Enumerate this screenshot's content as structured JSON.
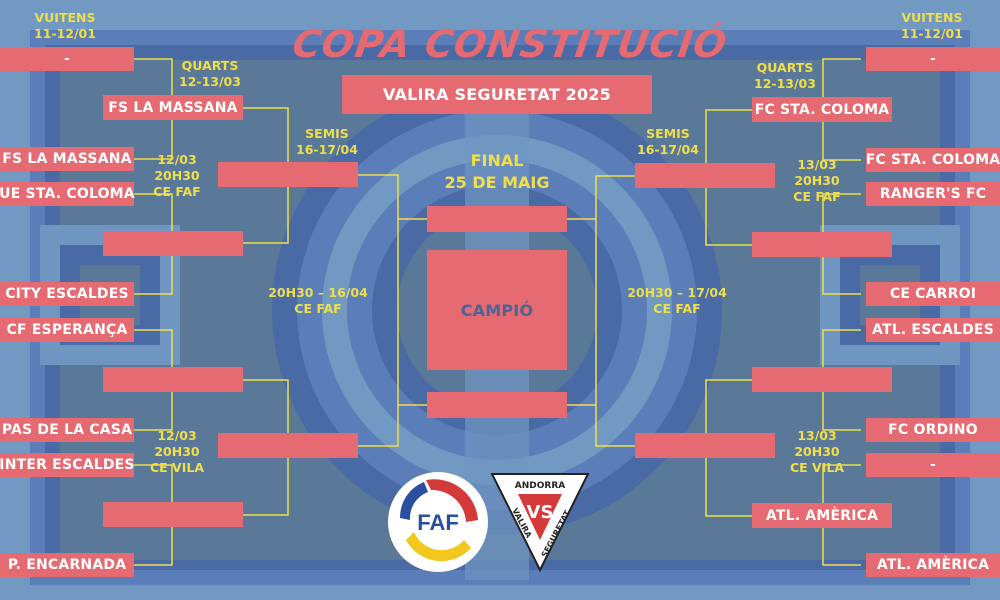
{
  "title": "COPA CONSTITUCIÓ",
  "subtitle": "VALIRA SEGURETAT 2025",
  "final": {
    "label": "FINAL",
    "date": "25 DE MAIG",
    "champion": "CAMPIÓ",
    "top": "",
    "bottom": ""
  },
  "left": {
    "round16_label": "VUITENS",
    "round16_date": "11-12/01",
    "quarters_label": "QUARTS",
    "quarters_date": "12-13/03",
    "semis_label": "SEMIS",
    "semis_date": "16-17/04",
    "r16": [
      "-",
      "FS LA MASSANA",
      "UE STA. COLOMA",
      "CITY ESCALDES",
      "CF ESPERANÇA",
      "PAS DE LA CASA",
      "INTER ESCALDES",
      "P. ENCARNADA"
    ],
    "qf": [
      "FS LA MASSANA",
      "",
      "",
      ""
    ],
    "sf": [
      "",
      ""
    ],
    "qf_info_1": [
      "12/03",
      "20H30",
      "CE FAF"
    ],
    "qf_info_2": [
      "12/03",
      "20H30",
      "CE VILA"
    ],
    "sf_info": [
      "20H30 – 16/04",
      "CE FAF"
    ]
  },
  "right": {
    "round16_label": "VUITENS",
    "round16_date": "11-12/01",
    "quarters_label": "QUARTS",
    "quarters_date": "12-13/03",
    "semis_label": "SEMIS",
    "semis_date": "16-17/04",
    "r16": [
      "-",
      "FC STA. COLOMA",
      "RANGER'S FC",
      "CE CARROI",
      "ATL. ESCALDES",
      "FC ORDINO",
      "-",
      "ATL. AMÈRICA"
    ],
    "qf": [
      "FC STA. COLOMA",
      "",
      "",
      "ATL. AMÈRICA"
    ],
    "sf": [
      "",
      ""
    ],
    "qf_info_1": [
      "13/03",
      "20H30",
      "CE FAF"
    ],
    "qf_info_2": [
      "13/03",
      "20H30",
      "CE VILA"
    ],
    "sf_info": [
      "20H30 – 17/04",
      "CE FAF"
    ]
  },
  "logos": {
    "faf": "FAF",
    "valira_top": "ANDORRA",
    "valira_left": "VALIRA",
    "valira_right": "SEGURETAT",
    "valira_mark": "VS"
  },
  "colors": {
    "pink": "#e56a72",
    "yellow": "#f0df4a",
    "bg": "#7199c2",
    "panel": "#5a7898"
  }
}
